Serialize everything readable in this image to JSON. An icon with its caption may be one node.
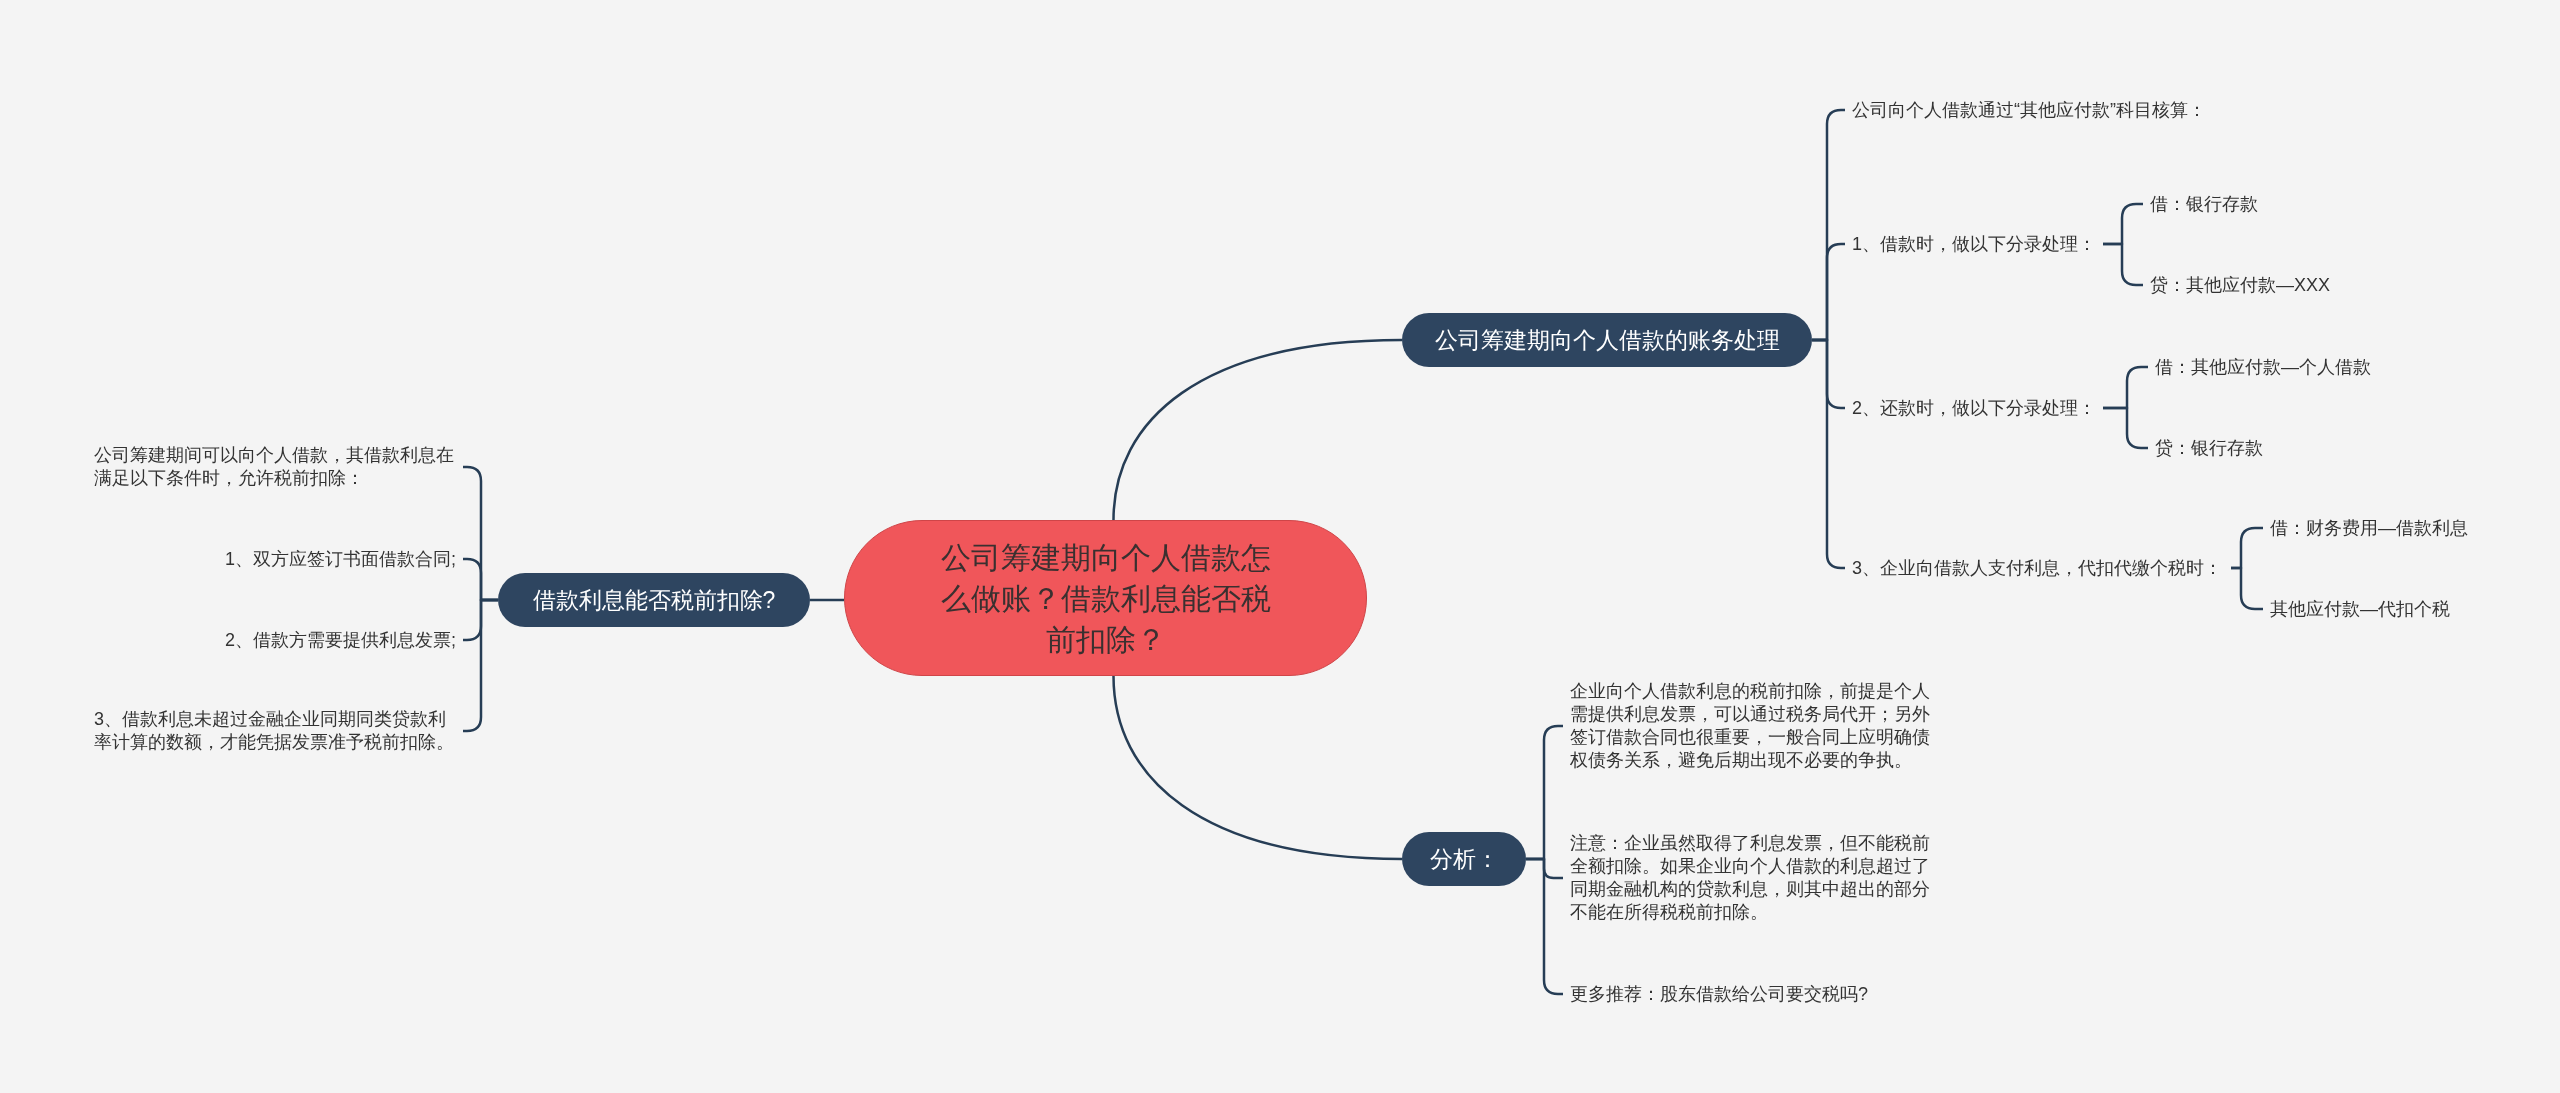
{
  "diagram": {
    "nodes": [
      {
        "text": [
          "公司筹建期向个人借款怎么做账？借款利息能否税前扣除？"
        ]
      },
      {
        "text": [
          "公司筹建期向个人借款的账务处理"
        ]
      },
      {
        "text": [
          "公司向个人借款通过“其他应付款”科目核算："
        ]
      },
      {
        "text": [
          "1、借款时，做以下分录处理："
        ]
      },
      {
        "text": [
          "借：银行存款"
        ]
      },
      {
        "text": [
          "贷：其他应付款—XXX"
        ]
      },
      {
        "text": [
          "2、还款时，做以下分录处理："
        ]
      },
      {
        "text": [
          "借：其他应付款—个人借款"
        ]
      },
      {
        "text": [
          "贷：银行存款"
        ]
      },
      {
        "text": [
          "3、企业向借款人支付利息，代扣代缴个税时："
        ]
      },
      {
        "text": [
          "借：财务费用—借款利息"
        ]
      },
      {
        "text": [
          "其他应付款—代扣个税"
        ]
      },
      {
        "text": [
          "借款利息能否税前扣除?"
        ]
      },
      {
        "text": [
          "公司筹建期间可以向个人借款，其借款利息在满足以下条件时，允许税前扣除："
        ]
      },
      {
        "text": [
          "1、双方应签订书面借款合同;"
        ]
      },
      {
        "text": [
          "2、借款方需要提供利息发票;"
        ]
      },
      {
        "text": [
          "3、借款利息未超过金融企业同期同类贷款利率计算的数额，才能凭据发票准予税前扣除。"
        ]
      },
      {
        "text": [
          "分析："
        ]
      },
      {
        "text": [
          "企业向个人借款利息的税前扣除，前提是个人需提供利息发票，可以通过税务局代开；另外签订借款合同也很重要，一般合同上应明确债权债务关系，避免后期出现不必要的争执。"
        ]
      },
      {
        "text": [
          "注意：企业虽然取得了利息发票，但不能税前全额扣除。如果企业向个人借款的利息超过了同期金融机构的贷款利息，则其中超出的部分不能在所得税税前扣除。"
        ]
      },
      {
        "text": [
          "更多推荐：股东借款给公司要交税吗?"
        ]
      }
    ],
    "edges": [
      {
        "from": 0,
        "to": 1,
        "arrow": "none"
      },
      {
        "from": 1,
        "to": 2,
        "arrow": "none"
      },
      {
        "from": 1,
        "to": 3,
        "arrow": "none"
      },
      {
        "from": 3,
        "to": 4,
        "arrow": "none"
      },
      {
        "from": 3,
        "to": 5,
        "arrow": "none"
      },
      {
        "from": 1,
        "to": 6,
        "arrow": "none"
      },
      {
        "from": 6,
        "to": 7,
        "arrow": "none"
      },
      {
        "from": 6,
        "to": 8,
        "arrow": "none"
      },
      {
        "from": 1,
        "to": 9,
        "arrow": "none"
      },
      {
        "from": 9,
        "to": 10,
        "arrow": "none"
      },
      {
        "from": 9,
        "to": 11,
        "arrow": "none"
      },
      {
        "from": 0,
        "to": 12,
        "arrow": "none"
      },
      {
        "from": 12,
        "to": 13,
        "arrow": "none"
      },
      {
        "from": 12,
        "to": 14,
        "arrow": "none"
      },
      {
        "from": 12,
        "to": 15,
        "arrow": "none"
      },
      {
        "from": 12,
        "to": 16,
        "arrow": "none"
      },
      {
        "from": 0,
        "to": 17,
        "arrow": "none"
      },
      {
        "from": 17,
        "to": 18,
        "arrow": "none"
      },
      {
        "from": 17,
        "to": 19,
        "arrow": "none"
      },
      {
        "from": 17,
        "to": 20,
        "arrow": "none"
      }
    ]
  }
}
